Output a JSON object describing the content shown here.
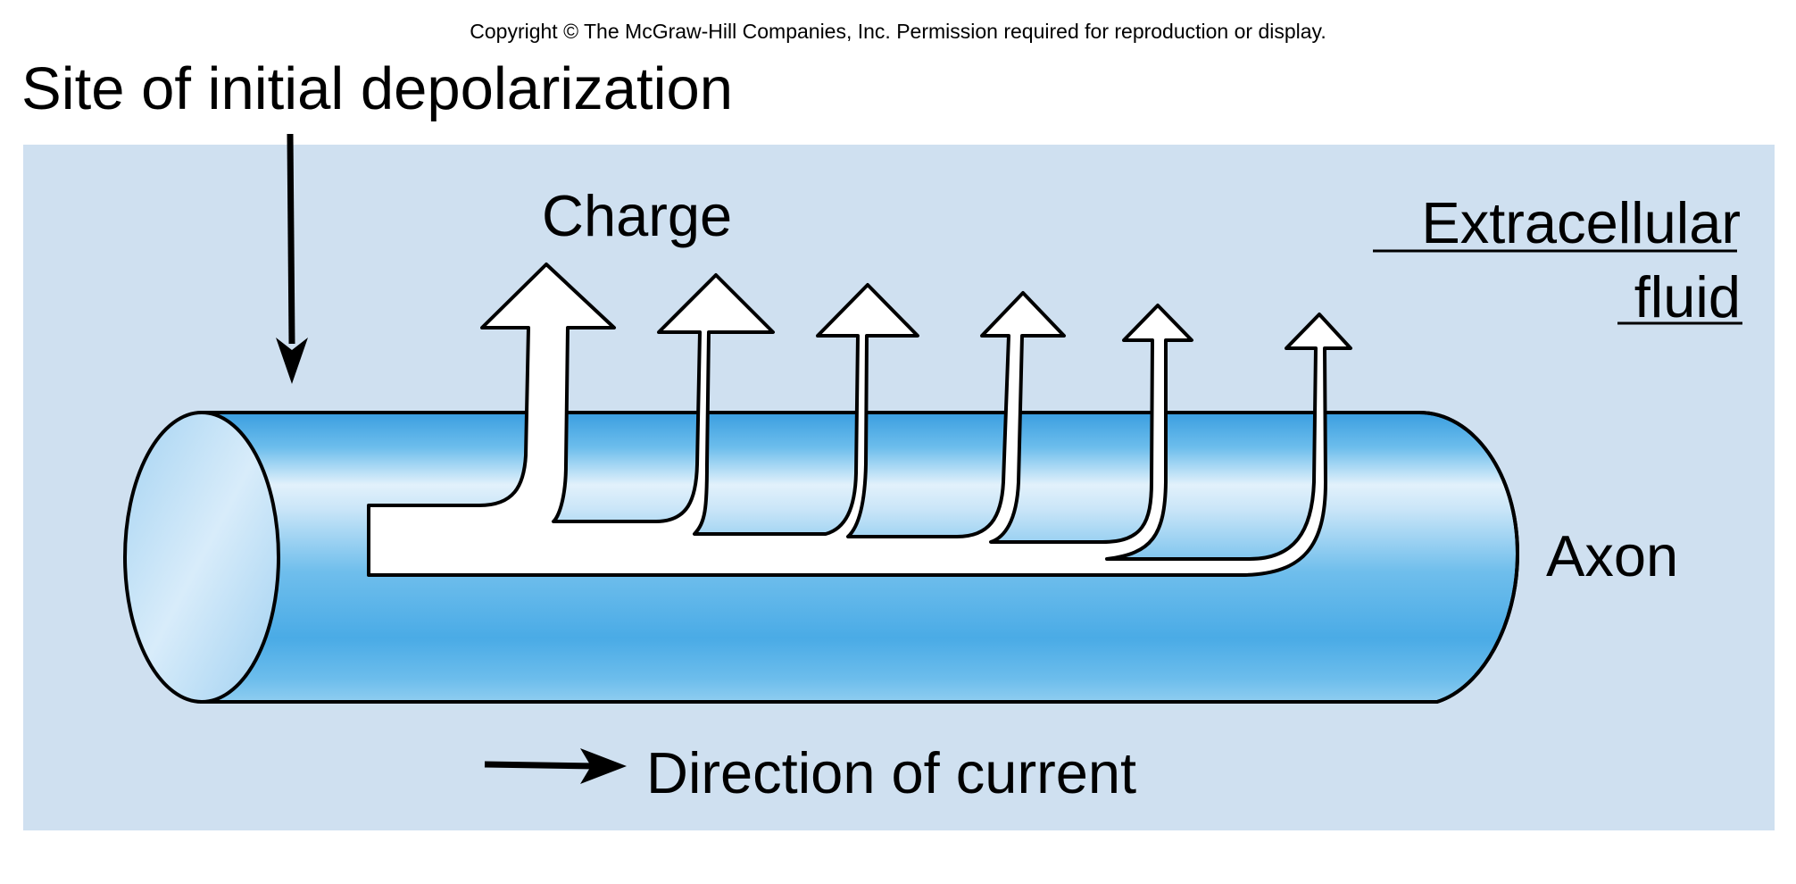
{
  "copyright": "Copyright © The McGraw-Hill Companies, Inc. Permission required for reproduction or display.",
  "labels": {
    "site": "Site of initial depolarization",
    "charge": "Charge",
    "extracellular_line1": "Extracellular",
    "extracellular_line2": "fluid",
    "axon": "Axon",
    "direction": "Direction of current"
  },
  "colors": {
    "fluid": "#cfe0f0",
    "axon_dark": "#4aabe6",
    "axon_light": "#e2f1fb",
    "arrow": "#ffffff",
    "outline": "#000000"
  },
  "charge_arrow_count": 6
}
